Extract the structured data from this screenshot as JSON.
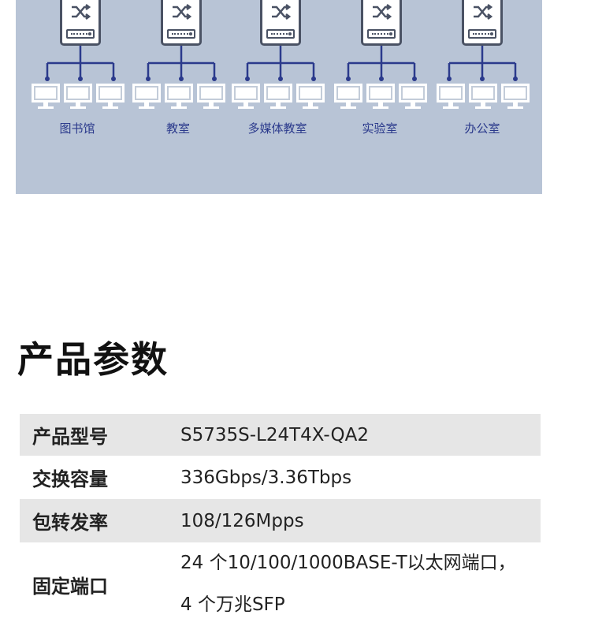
{
  "diagram": {
    "locations": [
      "图书馆",
      "教室",
      "多媒体教室",
      "实验室",
      "办公室"
    ],
    "colors": {
      "background": "#b8c4d6",
      "line": "#2b3a8c",
      "icon": "#4a5264"
    }
  },
  "section_title": "产品参数",
  "specs": [
    {
      "label": "产品型号",
      "value": "S5735S-L24T4X-QA2"
    },
    {
      "label": "交换容量",
      "value": "336Gbps/3.36Tbps"
    },
    {
      "label": "包转发率",
      "value": "108/126Mpps"
    },
    {
      "label": "固定端口",
      "lines": [
        "24 个10/100/1000BASE-T以太网端口，",
        "4 个万兆SFP"
      ]
    }
  ]
}
